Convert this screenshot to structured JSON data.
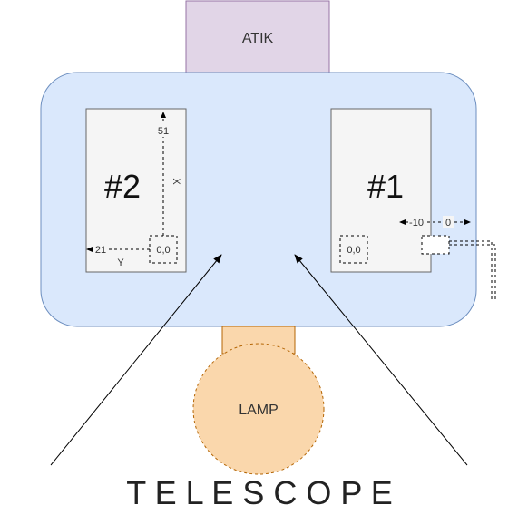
{
  "camera": {
    "label": "ATIK"
  },
  "lamp": {
    "label": "LAMP"
  },
  "slot2": {
    "title": "#2",
    "origin_label": "0,0",
    "x_axis_label": "X",
    "y_axis_label": "Y",
    "x_max_label": "51",
    "y_max_label": "21"
  },
  "slot1": {
    "title": "#1",
    "origin_label": "0,0",
    "range_min_label": "-10",
    "range_zero_label": "0"
  },
  "telescope": {
    "label": "T E L E S C O P E"
  },
  "colors": {
    "camera_fill": "#e1d5e7",
    "camera_stroke": "#9673a6",
    "body_fill": "#dae8fc",
    "body_stroke": "#6c8ebf",
    "lamp_fill": "#fad7ac",
    "lamp_stroke": "#b46504",
    "slot_fill": "#f5f5f5",
    "slot_stroke": "#666666"
  }
}
